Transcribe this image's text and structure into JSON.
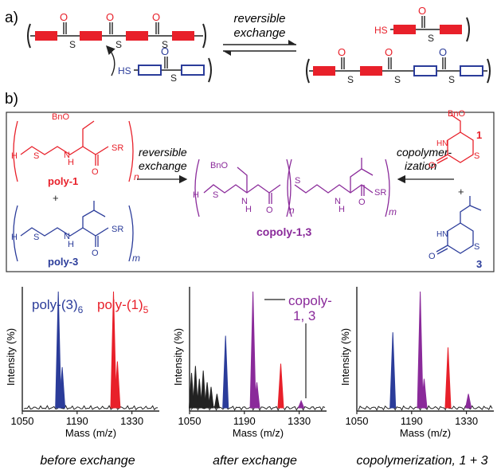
{
  "panel_a": {
    "label": "a)",
    "arrow_top": "reversible",
    "arrow_bottom": "exchange",
    "s_atom": "S",
    "o_atom": "O",
    "thiol": "HS"
  },
  "panel_b": {
    "label": "b)",
    "poly1_name": "poly-1",
    "poly3_name": "poly-3",
    "copoly_name_prefix": "copoly-",
    "copoly_name_suffix": "1,3",
    "mono1": "1",
    "mono3": "3",
    "plus": "+",
    "exch_top": "reversible",
    "exch_bottom": "exchange",
    "copo_top": "copolymer-",
    "copo_bottom": "ization",
    "bno": "BnO",
    "sr": "SR",
    "h": "H",
    "n_sub": "n",
    "m_sub": "m"
  },
  "spectra": {
    "ylabel": "Intensity (%)",
    "xlabel": "Mass (m/z)",
    "ticks": [
      "1050",
      "1190",
      "1330"
    ],
    "panels": [
      {
        "caption": "before exchange",
        "label_blue": "poly-(3)",
        "sub_blue": "6",
        "label_red": "poly-(1)",
        "sub_red": "5"
      },
      {
        "caption": "after exchange",
        "label_purple_1": "copoly-",
        "label_purple_2": "1, 3"
      },
      {
        "caption": "copolymerization, 1 + 3"
      }
    ]
  },
  "chart_data": [
    {
      "type": "line",
      "title": "",
      "xlabel": "Mass (m/z)",
      "ylabel": "Intensity (%)",
      "xlim": [
        1050,
        1400
      ],
      "ylim": [
        0,
        100
      ],
      "series": [
        {
          "name": "poly-(3)6",
          "color": "#2b3c9a",
          "peaks": [
            [
              1142,
              100
            ],
            [
              1152,
              35
            ]
          ]
        },
        {
          "name": "poly-(1)5",
          "color": "#e8202a",
          "peaks": [
            [
              1283,
              100
            ],
            [
              1293,
              40
            ]
          ]
        }
      ]
    },
    {
      "type": "line",
      "title": "",
      "xlabel": "Mass (m/z)",
      "ylabel": "Intensity (%)",
      "xlim": [
        1050,
        1400
      ],
      "ylim": [
        0,
        100
      ],
      "series": [
        {
          "name": "noise",
          "color": "#222222",
          "peaks": [
            [
              1055,
              30
            ],
            [
              1065,
              36
            ],
            [
              1075,
              25
            ],
            [
              1085,
              32
            ],
            [
              1095,
              22
            ],
            [
              1105,
              18
            ],
            [
              1120,
              12
            ]
          ]
        },
        {
          "name": "poly-(3)6",
          "color": "#2b3c9a",
          "peaks": [
            [
              1142,
              62
            ]
          ]
        },
        {
          "name": "copoly-1, 3",
          "color": "#8a2a9a",
          "peaks": [
            [
              1212,
              100
            ],
            [
              1222,
              22
            ],
            [
              1335,
              6
            ]
          ]
        },
        {
          "name": "poly-(1)5",
          "color": "#e8202a",
          "peaks": [
            [
              1283,
              38
            ]
          ]
        }
      ]
    },
    {
      "type": "line",
      "title": "",
      "xlabel": "Mass (m/z)",
      "ylabel": "Intensity (%)",
      "xlim": [
        1050,
        1400
      ],
      "ylim": [
        0,
        100
      ],
      "series": [
        {
          "name": "poly-(3)6",
          "color": "#2b3c9a",
          "peaks": [
            [
              1142,
              65
            ]
          ]
        },
        {
          "name": "copoly-1, 3",
          "color": "#8a2a9a",
          "peaks": [
            [
              1212,
              100
            ],
            [
              1222,
              25
            ],
            [
              1335,
              12
            ]
          ]
        },
        {
          "name": "poly-(1)5",
          "color": "#e8202a",
          "peaks": [
            [
              1283,
              52
            ]
          ]
        }
      ]
    }
  ]
}
